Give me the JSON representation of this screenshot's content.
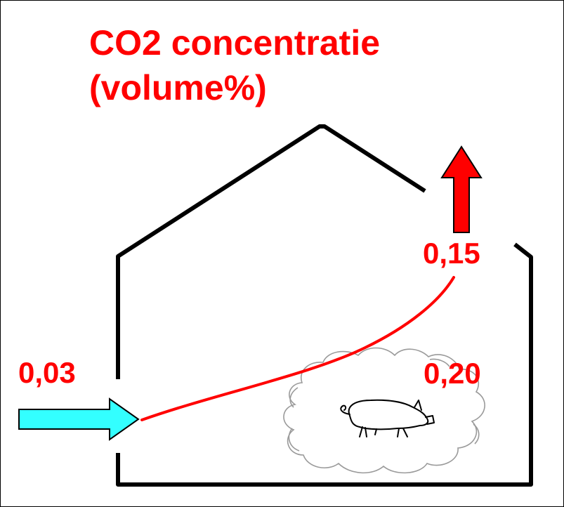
{
  "title": {
    "line1": "CO2 concentratie",
    "line2": "(volume%)"
  },
  "values": {
    "inlet": "0,03",
    "outlet": "0,15",
    "animal_zone": "0,20"
  },
  "colors": {
    "text": "#ff0000",
    "curve": "#ff0000",
    "outflow_arrow": "#ff0000",
    "inflow_arrow": "#33ffff",
    "building": "#000000",
    "cloud": "#9a9a9a"
  },
  "icons": {
    "inflow": "arrow-right-icon",
    "outflow": "arrow-up-icon",
    "animal": "pig-icon",
    "zone": "cloud-icon"
  }
}
